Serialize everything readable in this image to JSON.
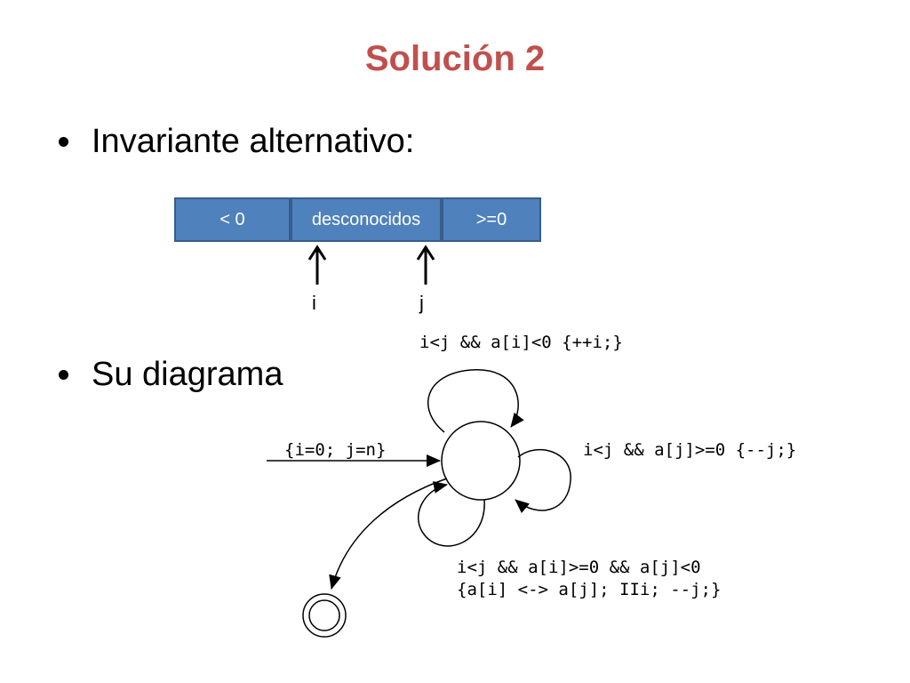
{
  "slide": {
    "title": "Solución 2",
    "bullets": [
      {
        "text": "Invariante alternativo:"
      },
      {
        "text": "Su diagrama"
      }
    ]
  },
  "invariant_bar": {
    "segments": [
      {
        "label": "< 0"
      },
      {
        "label": "desconocidos"
      },
      {
        "label": ">=0"
      }
    ],
    "pointers": [
      {
        "label": "i"
      },
      {
        "label": "j"
      }
    ],
    "colors": {
      "fill": "#4f81bd",
      "border": "#385d8a",
      "text": "#ffffff"
    }
  },
  "diagram": {
    "initial_label": "{i=0; j=n}",
    "loop_top_label": "i<j && a[i]<0 {++i;}",
    "loop_right_label": "i<j && a[j]>=0 {--j;}",
    "loop_bottom_label_line1": "i<j && a[i]>=0 && a[j]<0",
    "loop_bottom_label_line2": "{a[i] <-> a[j]; IIi; --j;}"
  },
  "colors": {
    "title": "#c0504d"
  }
}
